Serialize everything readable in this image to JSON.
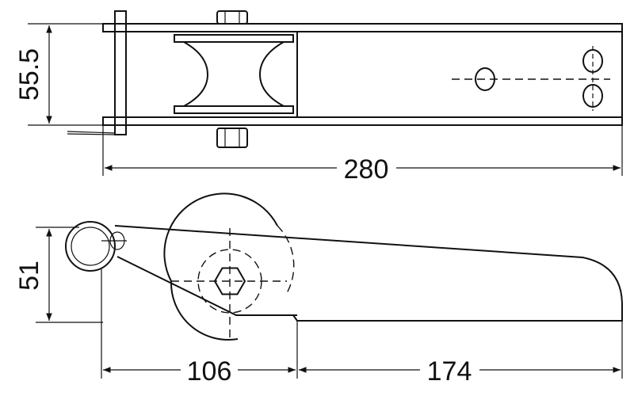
{
  "drawing": {
    "dimensions": {
      "top_height": "55.5",
      "top_length": "280",
      "side_height": "51",
      "side_roller_offset": "106",
      "side_tail_length": "174"
    }
  }
}
